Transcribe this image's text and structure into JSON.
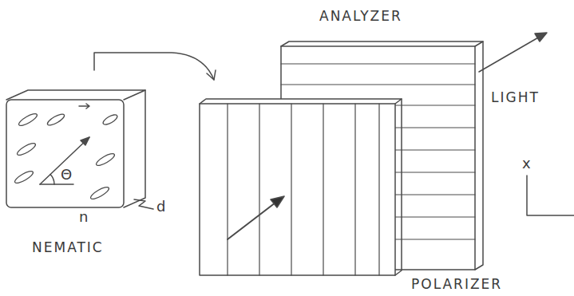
{
  "diagram": {
    "nodes": [
      {
        "text": [
          "n",
          "Θ",
          "NEMATIC"
        ]
      },
      {
        "text": [
          "ANALYZER"
        ]
      },
      {
        "text": [
          "POLARIZER"
        ]
      }
    ],
    "labels": [
      "d",
      "LIGHT",
      "x"
    ]
  }
}
